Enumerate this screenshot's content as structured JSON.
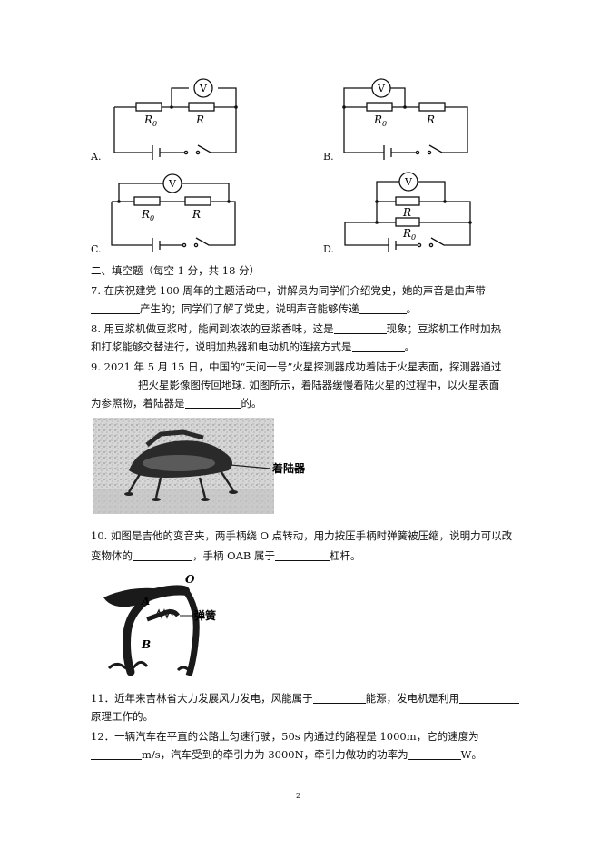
{
  "circuits": {
    "labels": {
      "r0": "R",
      "r0_sub": "0",
      "r": "R",
      "voltmeter": "V"
    },
    "options": [
      "A.",
      "B.",
      "C.",
      "D."
    ]
  },
  "section2": {
    "heading": "二、填空题（每空 1 分，共 18 分）"
  },
  "q7": {
    "line1": "7. 在庆祝建党 100 周年的主题活动中，讲解员为同学们介绍党史，她的声音是由声带",
    "line2a": "产生的；同学们了解了党史，说明声音能够传递",
    "line2b": "。"
  },
  "q8": {
    "line1a": "8. 用豆浆机做豆浆时，能闻到浓浓的豆浆香味，这是",
    "line1b": "现象；豆浆机工作时加热",
    "line2a": "和打浆能够交替进行，说明加热器和电动机的连接方式是",
    "line2b": "。"
  },
  "q9": {
    "line1": "9. 2021 年 5 月 15 日，中国的“天问一号”火星探测器成功着陆于火星表面，探测器通过",
    "line2": "把火星影像图传回地球. 如图所示，着陆器缓慢着陆火星的过程中，以火星表面",
    "line3a": "为参照物，着陆器是",
    "line3b": "的。",
    "figure_label": "着陆器"
  },
  "q10": {
    "line1": "10. 如图是吉他的变音夹，两手柄绕 O 点转动，用力按压手柄时弹簧被压缩，说明力可以改",
    "line2a": "变物体的",
    "line2b": "，手柄 OAB 属于",
    "line2c": "杠杆。",
    "figure_labels": {
      "o": "O",
      "a": "A",
      "b": "B",
      "spring": "弹簧"
    }
  },
  "q11": {
    "line1a": "11．近年来吉林省大力发展风力发电，风能属于",
    "line1b": "能源，发电机是利用",
    "line2": "原理工作的。"
  },
  "q12": {
    "line1": "12．一辆汽车在平直的公路上匀速行驶，50s 内通过的路程是 1000m，它的速度为",
    "line2a": "m/s，汽车受到的牵引力为 3000N，牵引力做功的功率为",
    "line2b": "W。"
  },
  "page_number": "2"
}
